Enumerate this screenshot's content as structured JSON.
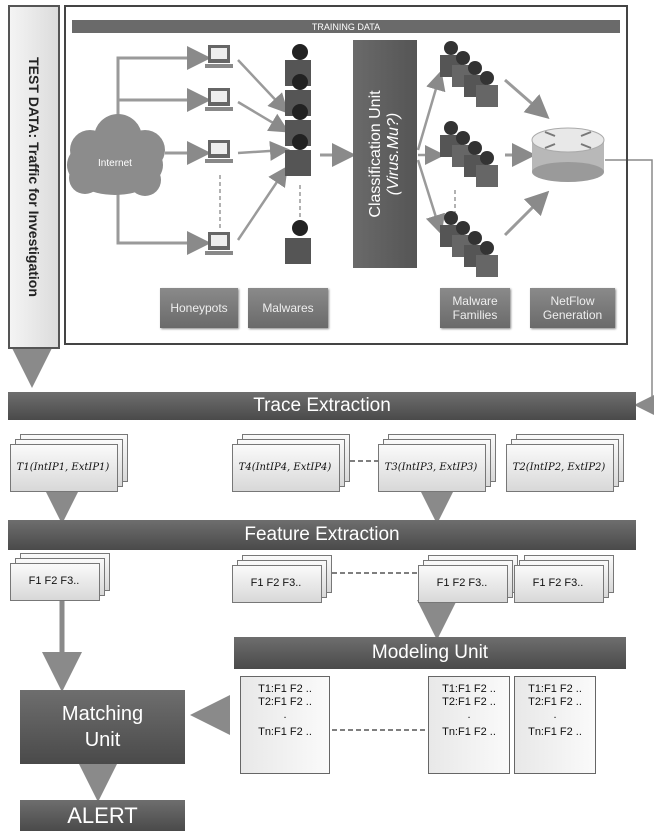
{
  "test_data": {
    "label": "TEST DATA: Traffic for Investigation"
  },
  "training": {
    "header": "TRAINING DATA",
    "internet": "Internet",
    "classification": "Classification Unit",
    "classification_sub": "(Virus.Mu?)",
    "labels": {
      "honeypots": "Honeypots",
      "malwares": "Malwares",
      "families_1": "Malware",
      "families_2": "Families",
      "netflow_1": "NetFlow",
      "netflow_2": "Generation"
    }
  },
  "trace_extraction": "Trace Extraction",
  "feature_extraction": "Feature Extraction",
  "modeling_unit": "Modeling Unit",
  "matching_1": "Matching",
  "matching_2": "Unit",
  "alert": "ALERT",
  "traces": {
    "t1": "T1(IntIP1, ExtIP1)",
    "t4": "T4(IntIP4, ExtIP4)",
    "t3": "T3(IntIP3, ExtIP3)",
    "t2": "T2(IntIP2, ExtIP2)"
  },
  "features": {
    "f": "F1 F2 F3.."
  },
  "models": {
    "l1": "T1:F1 F2 ..",
    "l2": "T2:F1 F2 ..",
    "dot": ".",
    "ln": "Tn:F1 F2 .."
  },
  "colors": {
    "dark_bar": "#555555",
    "box": "#777777",
    "arrow": "#8a8a8a"
  }
}
